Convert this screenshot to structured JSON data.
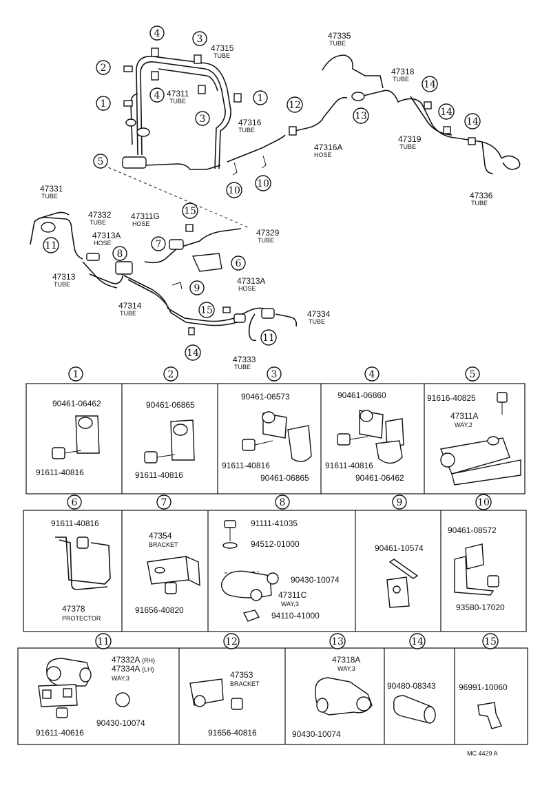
{
  "callouts": {
    "top": [
      {
        "num": "4"
      },
      {
        "num": "3"
      },
      {
        "num": "2"
      },
      {
        "num": "4"
      },
      {
        "num": "1"
      },
      {
        "num": "3"
      },
      {
        "num": "1"
      },
      {
        "num": "5"
      },
      {
        "num": "12"
      },
      {
        "num": "13"
      },
      {
        "num": "14"
      },
      {
        "num": "14"
      },
      {
        "num": "14"
      },
      {
        "num": "10"
      },
      {
        "num": "10"
      },
      {
        "num": "11"
      },
      {
        "num": "15"
      },
      {
        "num": "7"
      },
      {
        "num": "8"
      },
      {
        "num": "6"
      },
      {
        "num": "9"
      },
      {
        "num": "15"
      },
      {
        "num": "11"
      },
      {
        "num": "14"
      }
    ]
  },
  "top_labels": [
    {
      "code": "47315",
      "sub": "TUBE"
    },
    {
      "code": "47311",
      "sub": "TUBE"
    },
    {
      "code": "47316",
      "sub": "TUBE"
    },
    {
      "code": "47316A",
      "sub": "HOSE"
    },
    {
      "code": "47335",
      "sub": "TUBE"
    },
    {
      "code": "47318",
      "sub": "TUBE"
    },
    {
      "code": "47319",
      "sub": "TUBE"
    },
    {
      "code": "47336",
      "sub": "TUBE"
    },
    {
      "code": "47331",
      "sub": "TUBE"
    },
    {
      "code": "47332",
      "sub": "TUBE"
    },
    {
      "code": "47313A",
      "sub": "HOSE"
    },
    {
      "code": "47311G",
      "sub": "HOSE"
    },
    {
      "code": "47329",
      "sub": "TUBE"
    },
    {
      "code": "47313",
      "sub": "TUBE"
    },
    {
      "code": "47313A",
      "sub": "HOSE"
    },
    {
      "code": "47314",
      "sub": "TUBE"
    },
    {
      "code": "47334",
      "sub": "TUBE"
    },
    {
      "code": "47333",
      "sub": "TUBE"
    }
  ],
  "panels": [
    {
      "num": "1",
      "parts": [
        "90461-06462",
        "91611-40816"
      ]
    },
    {
      "num": "2",
      "parts": [
        "90461-06865",
        "91611-40816"
      ]
    },
    {
      "num": "3",
      "parts": [
        "90461-06573",
        "91611-40816",
        "90461-06865"
      ]
    },
    {
      "num": "4",
      "parts": [
        "90461-06860",
        "91611-40816",
        "90461-06462"
      ]
    },
    {
      "num": "5",
      "parts": [
        "91616-40825",
        "47311A",
        "WAY,2"
      ]
    },
    {
      "num": "6",
      "parts": [
        "91611-40816",
        "47378",
        "PROTECTOR"
      ]
    },
    {
      "num": "7",
      "parts": [
        "47354",
        "BRACKET",
        "91656-40820"
      ]
    },
    {
      "num": "8",
      "parts": [
        "91111-41035",
        "94512-01000",
        "90430-10074",
        "47311C",
        "WAY,3",
        "94110-41000"
      ]
    },
    {
      "num": "9",
      "parts": [
        "90461-10574"
      ]
    },
    {
      "num": "10",
      "parts": [
        "90461-08572",
        "93580-17020"
      ]
    },
    {
      "num": "11",
      "parts": [
        "47332A",
        "(RH)",
        "47334A",
        "(LH)",
        "WAY,3",
        "91611-40616",
        "90430-10074"
      ]
    },
    {
      "num": "12",
      "parts": [
        "47353",
        "BRACKET",
        "91656-40816"
      ]
    },
    {
      "num": "13",
      "parts": [
        "47318A",
        "WAY,3",
        "90430-10074"
      ]
    },
    {
      "num": "14",
      "parts": [
        "90480-08343"
      ]
    },
    {
      "num": "15",
      "parts": [
        "96991-10060"
      ]
    }
  ],
  "footer": "MC 4429  A"
}
